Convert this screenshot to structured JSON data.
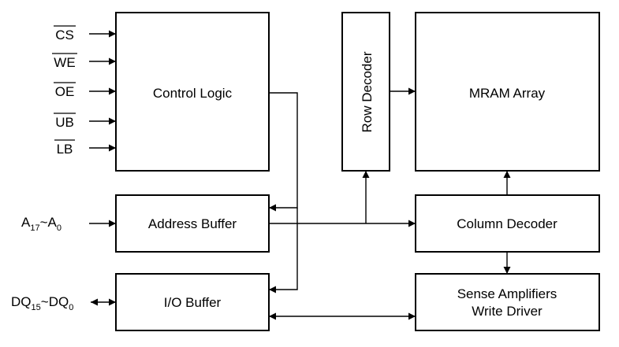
{
  "blocks": {
    "control_logic": "Control Logic",
    "row_decoder": "Row Decoder",
    "mram_array": "MRAM Array",
    "address_buffer": "Address Buffer",
    "column_decoder": "Column Decoder",
    "io_buffer": "I/O Buffer",
    "sense_amplifiers_line1": "Sense Amplifiers",
    "sense_amplifiers_line2": "Write Driver"
  },
  "control_signals": [
    "CS",
    "WE",
    "OE",
    "UB",
    "LB"
  ],
  "address_bus": {
    "a_hi": "A",
    "a_hi_sub": "17",
    "tilde": "~",
    "a_lo": "A",
    "a_lo_sub": "0"
  },
  "data_bus": {
    "d_hi": "DQ",
    "d_hi_sub": "15",
    "tilde": "~",
    "d_lo": "DQ",
    "d_lo_sub": "0"
  }
}
